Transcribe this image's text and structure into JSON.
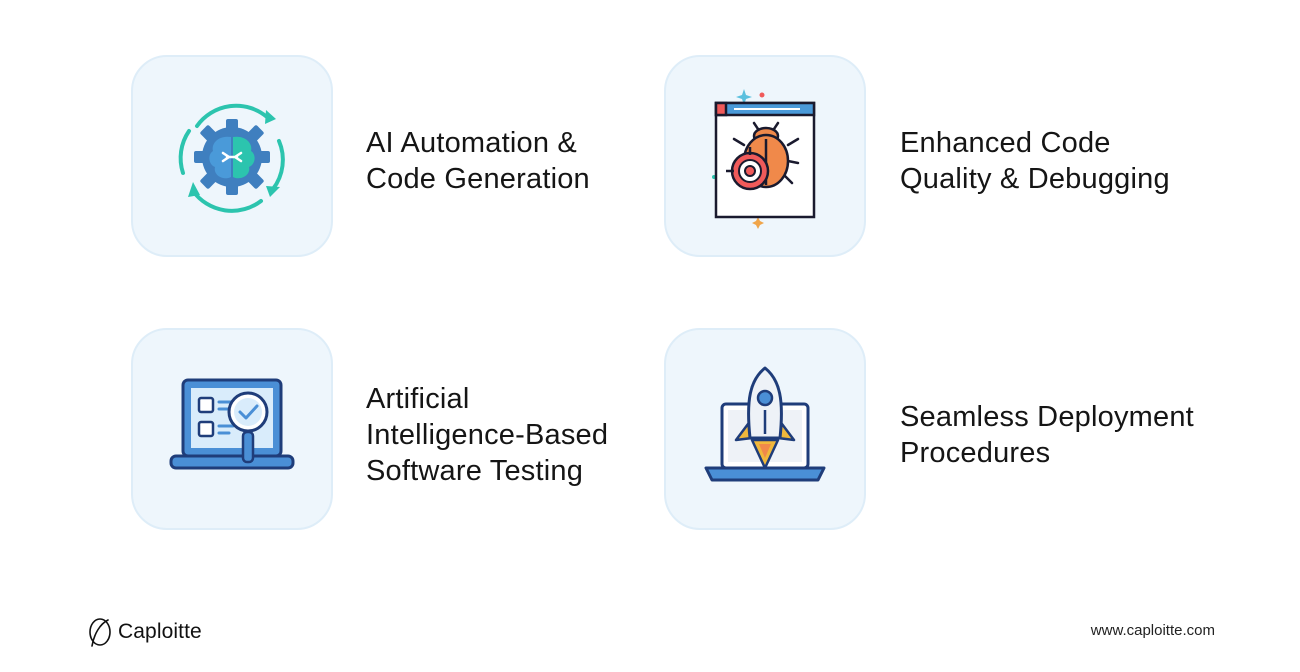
{
  "features": [
    {
      "icon": "ai-brain-gear-icon",
      "title_lines": [
        "AI Automation &",
        "Code Generation"
      ]
    },
    {
      "icon": "bug-target-window-icon",
      "title_lines": [
        "Enhanced Code",
        "Quality & Debugging"
      ]
    },
    {
      "icon": "laptop-test-checklist-icon",
      "title_lines": [
        "Artificial",
        "Intelligence-Based",
        "Software Testing"
      ]
    },
    {
      "icon": "rocket-laptop-icon",
      "title_lines": [
        "Seamless Deployment",
        "Procedures"
      ]
    }
  ],
  "footer": {
    "brand_name": "Caploitte",
    "url": "www.caploitte.com"
  },
  "colors": {
    "tile_background": "#eef6fc",
    "tile_border": "#deedf8",
    "teal": "#2cc4ae",
    "blue": "#3f86c8",
    "dark_blue": "#274a7c",
    "orange": "#f0894a",
    "red": "#f05a5a"
  }
}
